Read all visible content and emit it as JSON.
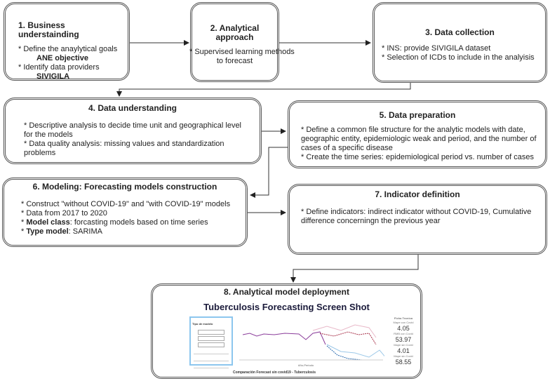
{
  "steps": [
    {
      "title": "1. Business understainding",
      "lines": [
        "* Define the anaylytical goals",
        "ANE objective",
        "* Identify data providers",
        "SIVIGILA"
      ]
    },
    {
      "title": "2. Analytical approach",
      "lines": [
        "* Supervised learning methods",
        "to forecast"
      ]
    },
    {
      "title": "3. Data collection",
      "lines": [
        "* INS: provide SIVIGILA dataset",
        "* Selection of ICDs to include in the analyisis"
      ]
    },
    {
      "title": "4. Data understanding",
      "lines": [
        "* Descriptive analysis to decide time unit and geographical level for the models",
        "* Data quality analysis: missing values and standardization problems"
      ]
    },
    {
      "title": "5. Data preparation",
      "lines": [
        "* Define a common file structure for the analytic models with date, geographic entity,    epidemiologic weak and period, and the number of cases of a specific disease",
        "* Create the time series: epidemiological period vs. number of cases"
      ]
    },
    {
      "title": "6. Modeling: Forecasting models construction",
      "lines": [
        "* Construct \"without COVID-19\" and \"with COVID-19\" models",
        "* Data from 2017 to 2020"
      ],
      "bold_lines": [
        {
          "label": "Model class",
          "text": ": forcasting models based on time series"
        },
        {
          "label": "Type model",
          "text": ": SARIMA"
        }
      ],
      "bullet": "* "
    },
    {
      "title": "7. Indicator definition",
      "lines": [
        "* Define indicators: indirect indicator without COVID-19, Cumulative difference concerningn the previous year"
      ]
    },
    {
      "title": "8. Analytical model deployment"
    }
  ],
  "screenshot": {
    "title": "Tuberculosis Forecasting Screen Shot",
    "panel_title": "Tipo de modelo",
    "kpis": [
      {
        "label": "Mape con Covid",
        "value": "4.05"
      },
      {
        "label": "RMB con Covid",
        "value": "53.97"
      },
      {
        "label": "Mape sin Covid",
        "value": "4.01"
      },
      {
        "label": "Mape sin Covid",
        "value": "58.55"
      }
    ],
    "kpi_header": "Ficha Tecnica",
    "xlabel": "Año-Periodo",
    "caption": "Comparación Forecast sin covid19 - Tuberculosis"
  }
}
